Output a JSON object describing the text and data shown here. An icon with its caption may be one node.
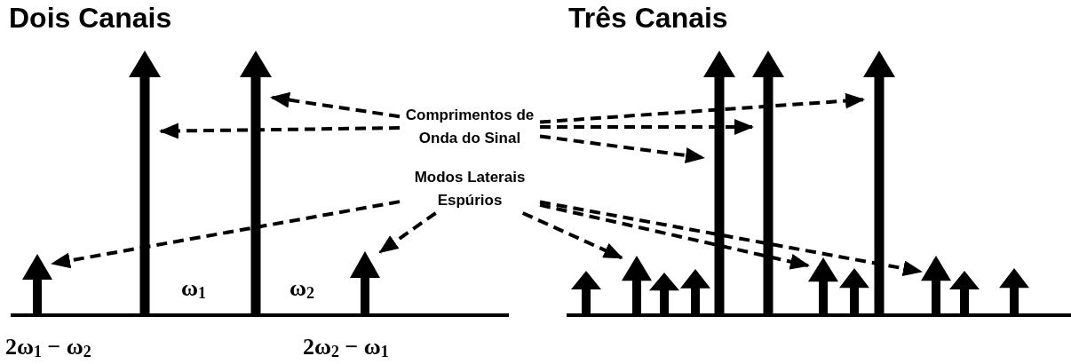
{
  "diagram": {
    "nodes": [
      {
        "text": [
          "Comprimentos de Onda do Sinal"
        ]
      },
      {
        "text": [
          "Modos Laterais Espúrios"
        ]
      },
      {
        "text": [],
        "shape": "arrow",
        "beside": [
          "2ω$_{1}$ − ω$_{2}$"
        ]
      },
      {
        "text": [],
        "shape": "arrow",
        "beside": [
          "ω$_{1}$"
        ]
      },
      {
        "text": [],
        "shape": "arrow",
        "beside": [
          "ω$_{2}$"
        ]
      },
      {
        "text": [],
        "shape": "arrow",
        "beside": [
          "2ω$_{2}$ − ω$_{1}$"
        ]
      },
      {
        "text": [],
        "shape": "arrow"
      },
      {
        "text": [],
        "shape": "arrow"
      },
      {
        "text": [],
        "shape": "arrow"
      },
      {
        "text": [],
        "shape": "arrow"
      },
      {
        "text": [],
        "shape": "arrow"
      },
      {
        "text": [],
        "shape": "arrow"
      },
      {
        "text": [],
        "shape": "arrow"
      },
      {
        "text": [],
        "shape": "arrow"
      },
      {
        "text": [],
        "shape": "arrow"
      },
      {
        "text": [],
        "shape": "arrow"
      },
      {
        "text": [],
        "shape": "arrow"
      },
      {
        "text": [],
        "shape": "arrow"
      }
    ],
    "edges": [
      {
        "from": 0,
        "to": 3,
        "arrow": "to",
        "style": "dashed"
      },
      {
        "from": 0,
        "to": 4,
        "arrow": "to",
        "style": "dashed"
      },
      {
        "from": 1,
        "to": 2,
        "arrow": "to",
        "style": "dashed"
      },
      {
        "from": 1,
        "to": 5,
        "arrow": "to",
        "style": "dashed"
      },
      {
        "from": 0,
        "to": 10,
        "arrow": "to",
        "style": "dashed"
      },
      {
        "from": 0,
        "to": 11,
        "arrow": "to",
        "style": "dashed"
      },
      {
        "from": 0,
        "to": 14,
        "arrow": "to",
        "style": "dashed"
      },
      {
        "from": 1,
        "to": 7,
        "arrow": "to",
        "style": "dashed"
      },
      {
        "from": 1,
        "to": 12,
        "arrow": "to",
        "style": "dashed"
      },
      {
        "from": 1,
        "to": 15,
        "arrow": "to",
        "style": "dashed"
      }
    ],
    "labels": [
      "Dois Canais",
      "Três Canais"
    ]
  }
}
